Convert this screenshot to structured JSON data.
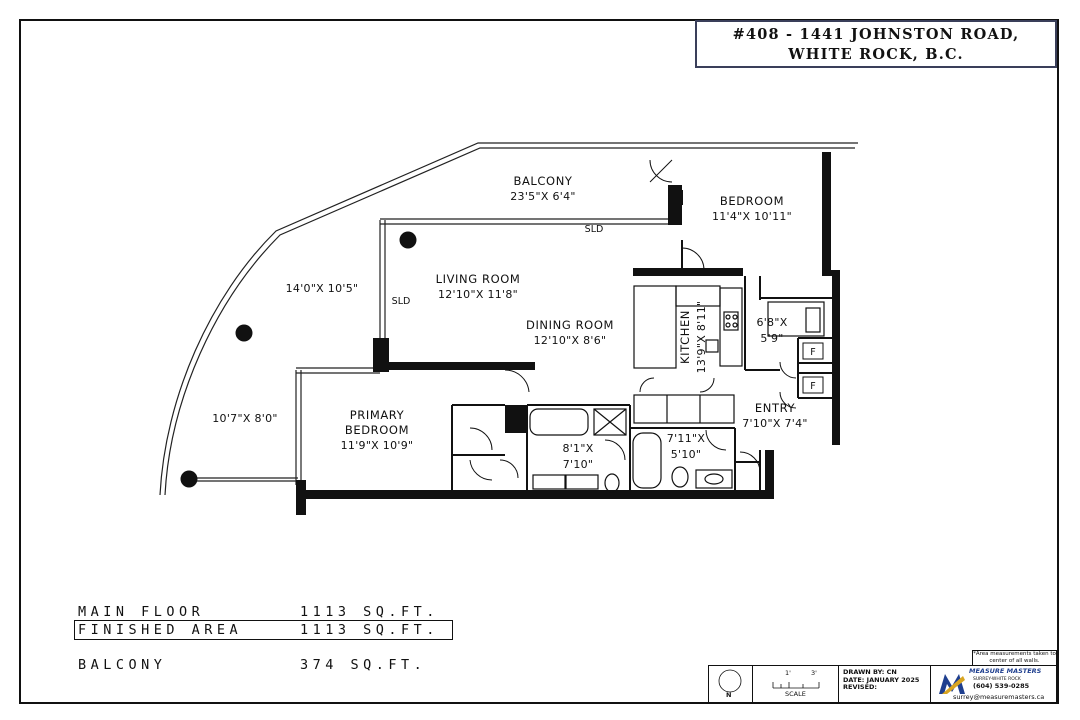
{
  "address": {
    "line1": "#408 - 1441 JOHNSTON ROAD,",
    "line2": "WHITE ROCK, B.C."
  },
  "rooms": {
    "balcony": {
      "name": "BALCONY",
      "dims": "23'5\"X 6'4\""
    },
    "bedroom": {
      "name": "BEDROOM",
      "dims": "11'4\"X 10'11\""
    },
    "living": {
      "name": "LIVING ROOM",
      "dims": "12'10\"X 11'8\""
    },
    "dining": {
      "name": "DINING ROOM",
      "dims": "12'10\"X 8'6\""
    },
    "kitchen": {
      "name": "KITCHEN",
      "dims": "13'9\"X 8'11\""
    },
    "laundry": {
      "dims_a": "6'8\"X",
      "dims_b": "5'9\""
    },
    "primary": {
      "name_a": "PRIMARY",
      "name_b": "BEDROOM",
      "dims": "11'9\"X 10'9\""
    },
    "ensuite": {
      "dims_a": "8'1\"X",
      "dims_b": "7'10\""
    },
    "bath2": {
      "dims_a": "7'11\"X",
      "dims_b": "5'10\""
    },
    "entry": {
      "name": "ENTRY",
      "dims": "7'10\"X 7'4\""
    },
    "patio_upper": {
      "dims": "14'0\"X 10'5\""
    },
    "patio_lower": {
      "dims": "10'7\"X 8'0\""
    }
  },
  "door_labels": {
    "sld_top": "SLD",
    "sld_left": "SLD",
    "f1": "F",
    "f2": "F"
  },
  "areas": {
    "main_floor": {
      "label": "MAIN FLOOR",
      "value": "1113 SQ.FT."
    },
    "finished_area": {
      "label": "FINISHED AREA",
      "value": "1113 SQ.FT."
    },
    "balcony": {
      "label": "BALCONY",
      "value": "374 SQ.FT."
    }
  },
  "footer": {
    "north_label": "N",
    "scale_ticks": [
      "1'",
      "3'"
    ],
    "scale_label": "SCALE",
    "drawn_by": "DRAWN BY: CN",
    "date": "DATE: JANUARY 2025",
    "revised": "REVISED:",
    "company": "MEASURE MASTERS",
    "tagline": "SURREY-WHITE ROCK",
    "phone": "(604) 539-0285",
    "email": "surrey@measuremasters.ca",
    "note": "*Area measurements taken to center of all walls."
  },
  "colors": {
    "border": "#111111",
    "title_border": "#3a3f5a",
    "logo_blue": "#1f3f8f",
    "logo_gold": "#d9a521"
  }
}
